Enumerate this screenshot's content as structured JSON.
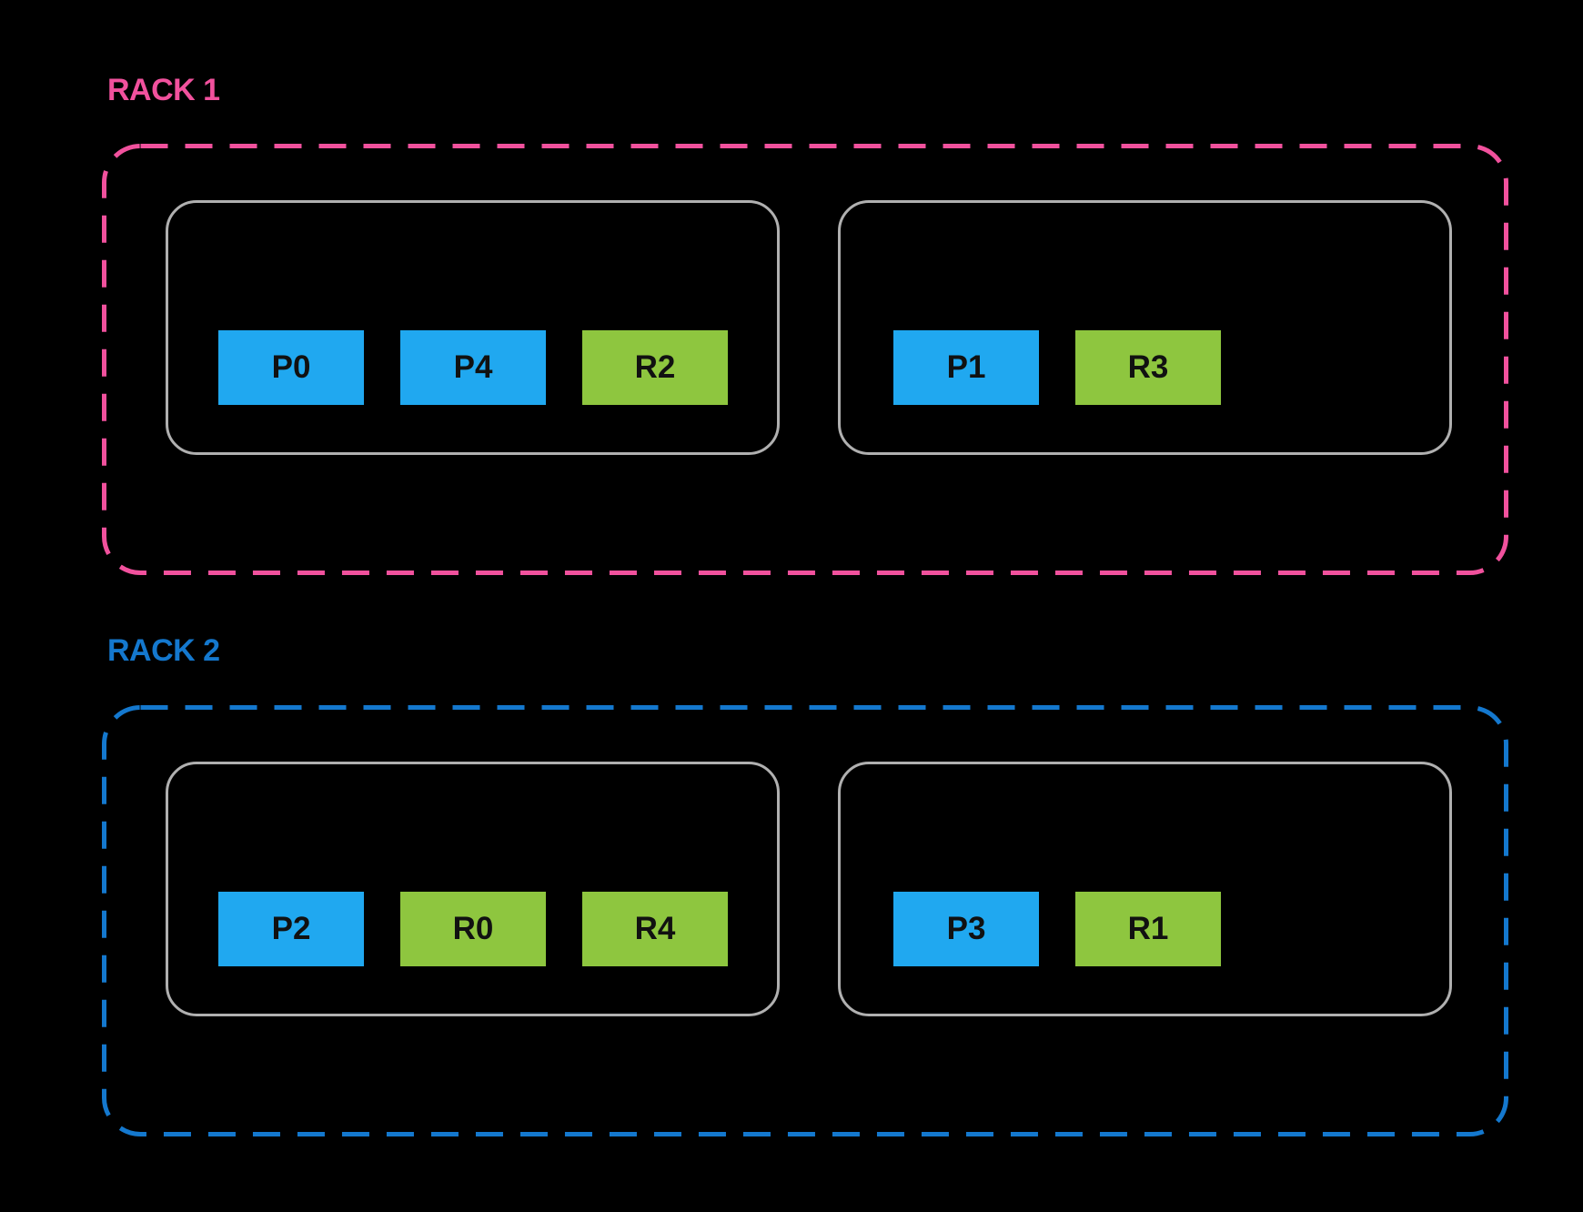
{
  "colors": {
    "canvas_bg": "#000000",
    "rack1_accent": "#F1519D",
    "rack2_accent": "#1478CE",
    "node_border": "#B0B0B0",
    "block_blue": "#20A8F0",
    "block_green": "#8EC63F",
    "block_text": "#111111"
  },
  "racks": [
    {
      "label": "RACK 1",
      "nodes": [
        {
          "blocks": [
            {
              "label": "P0",
              "color": "blue"
            },
            {
              "label": "P4",
              "color": "blue"
            },
            {
              "label": "R2",
              "color": "green"
            }
          ]
        },
        {
          "blocks": [
            {
              "label": "P1",
              "color": "blue"
            },
            {
              "label": "R3",
              "color": "green"
            }
          ]
        }
      ]
    },
    {
      "label": "RACK 2",
      "nodes": [
        {
          "blocks": [
            {
              "label": "P2",
              "color": "blue"
            },
            {
              "label": "R0",
              "color": "green"
            },
            {
              "label": "R4",
              "color": "green"
            }
          ]
        },
        {
          "blocks": [
            {
              "label": "P3",
              "color": "blue"
            },
            {
              "label": "R1",
              "color": "green"
            }
          ]
        }
      ]
    }
  ]
}
